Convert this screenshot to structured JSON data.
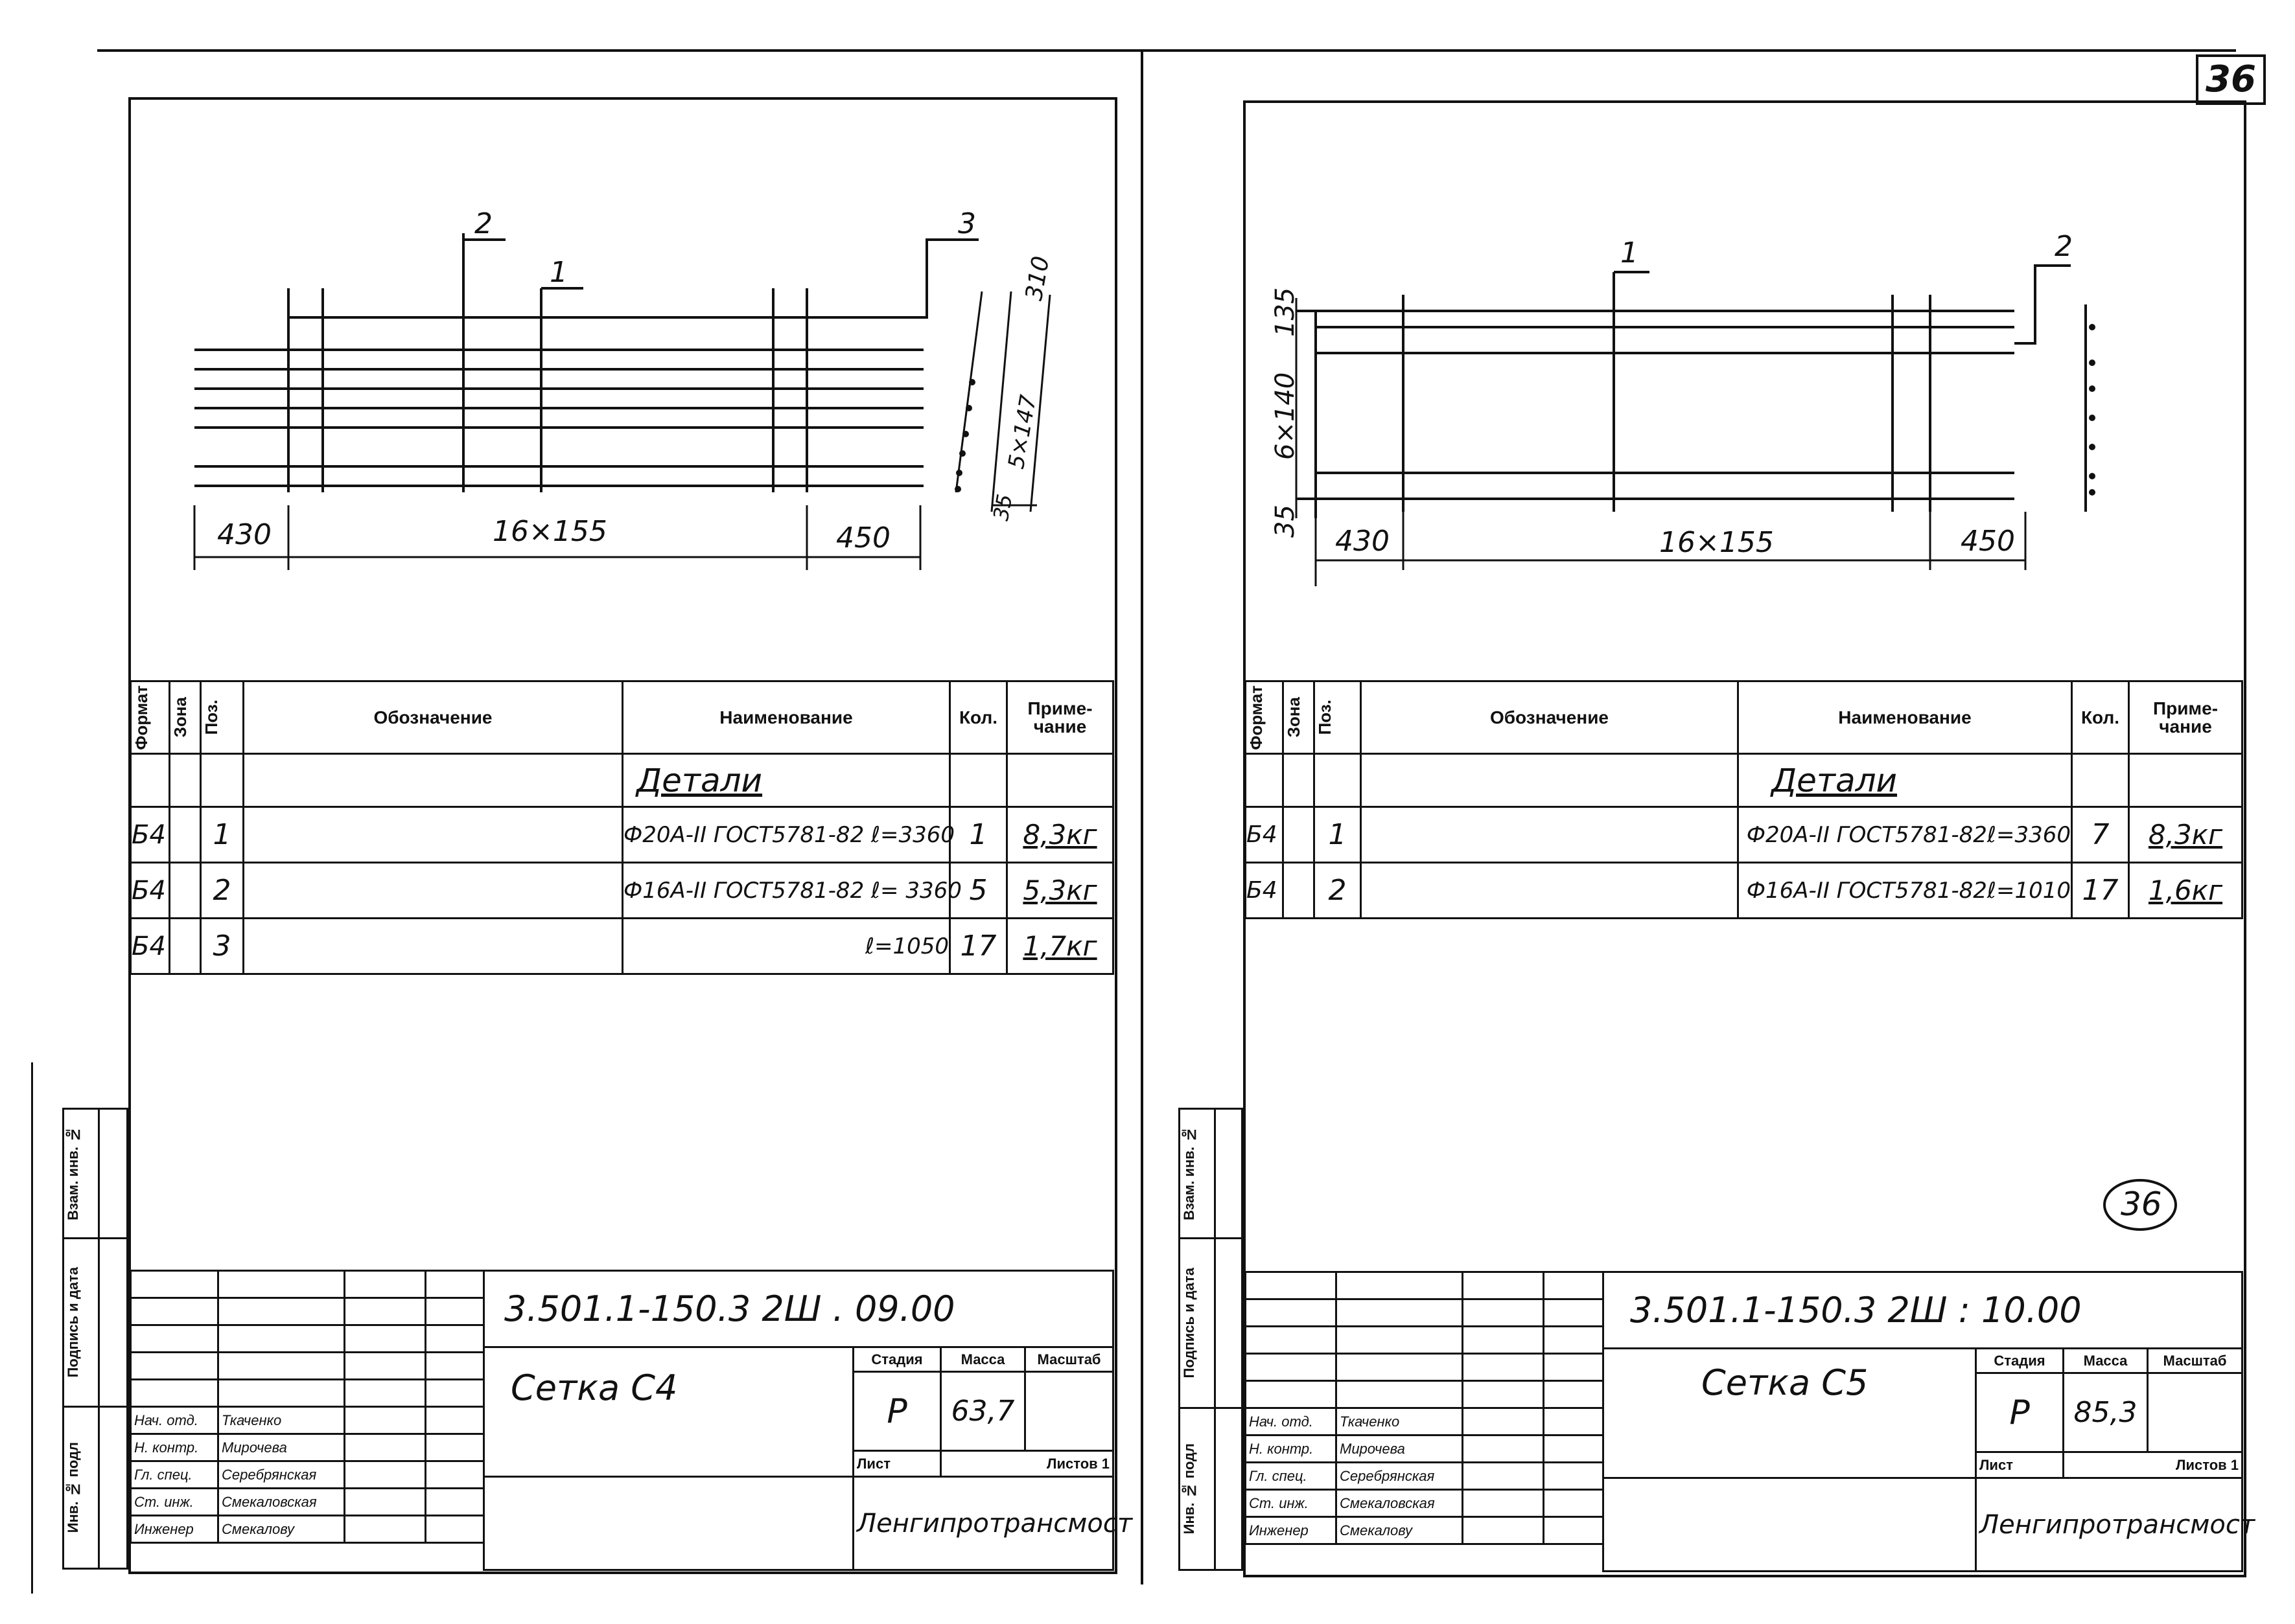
{
  "page_number": "36",
  "stamp_number": "36",
  "side_strip": {
    "inv_podl": "Инв. № подл",
    "podpis_data": "Подпись и дата",
    "vzam_inv": "Взам. инв. №"
  },
  "sheets": [
    {
      "drawing": {
        "leaders": [
          "2",
          "1",
          "3"
        ],
        "dims": {
          "left": "430",
          "middle": "16×155",
          "right": "450",
          "side_top": "310",
          "side_mid": "5×147",
          "side_bottom": "35"
        }
      },
      "spec": {
        "headers": {
          "format": "Формат",
          "zone": "Зона",
          "pos": "Поз.",
          "designation": "Обозначение",
          "name": "Наименование",
          "qty": "Кол.",
          "note": "Приме- чание"
        },
        "section": "Детали",
        "rows": [
          {
            "format": "Б4",
            "pos": "1",
            "name": "Ф20А-II ГОСТ5781-82 ℓ=3360",
            "qty": "1",
            "note": "8,3кг"
          },
          {
            "format": "Б4",
            "pos": "2",
            "name": "Ф16А-II ГОСТ5781-82 ℓ= 3360",
            "qty": "5",
            "note": "5,3кг"
          },
          {
            "format": "Б4",
            "pos": "3",
            "name": "ℓ=1050",
            "qty": "17",
            "note": "1,7кг"
          }
        ]
      },
      "title_block": {
        "code": "3.501.1-150.3 2Ш . 09.00",
        "title": "Сетка С4",
        "stage_label": "Стадия",
        "mass_label": "Масса",
        "scale_label": "Масштаб",
        "stage": "Р",
        "mass": "63,7",
        "sheet_label": "Лист",
        "sheets_label": "Листов 1",
        "org": "Ленгипротрансмост",
        "people": [
          {
            "role": "Нач. отд.",
            "name": "Ткаченко"
          },
          {
            "role": "Н. контр.",
            "name": "Мирочева"
          },
          {
            "role": "Гл. спец.",
            "name": "Серебрянская"
          },
          {
            "role": "Ст. инж.",
            "name": "Смекаловская"
          },
          {
            "role": "Инженер",
            "name": "Смекалову"
          }
        ]
      }
    },
    {
      "drawing": {
        "leaders": [
          "1",
          "2"
        ],
        "dims": {
          "left": "430",
          "middle": "16×155",
          "right": "450",
          "side_top": "135",
          "side_mid": "6×140",
          "side_bottom": "35"
        }
      },
      "spec": {
        "headers": {
          "format": "Формат",
          "zone": "Зона",
          "pos": "Поз.",
          "designation": "Обозначение",
          "name": "Наименование",
          "qty": "Кол.",
          "note": "Приме- чание"
        },
        "section": "Детали",
        "rows": [
          {
            "format": "Б4",
            "pos": "1",
            "name": "Ф20А-II ГОСТ5781-82ℓ=3360",
            "qty": "7",
            "note": "8,3кг"
          },
          {
            "format": "Б4",
            "pos": "2",
            "name": "Ф16А-II ГОСТ5781-82ℓ=1010",
            "qty": "17",
            "note": "1,6кг"
          }
        ]
      },
      "title_block": {
        "code": "3.501.1-150.3 2Ш : 10.00",
        "title": "Сетка С5",
        "stage_label": "Стадия",
        "mass_label": "Масса",
        "scale_label": "Масштаб",
        "stage": "Р",
        "mass": "85,3",
        "sheet_label": "Лист",
        "sheets_label": "Листов 1",
        "org": "Ленгипротрансмост",
        "people": [
          {
            "role": "Нач. отд.",
            "name": "Ткаченко"
          },
          {
            "role": "Н. контр.",
            "name": "Мирочева"
          },
          {
            "role": "Гл. спец.",
            "name": "Серебрянская"
          },
          {
            "role": "Ст. инж.",
            "name": "Смекаловская"
          },
          {
            "role": "Инженер",
            "name": "Смекалову"
          }
        ]
      }
    }
  ]
}
